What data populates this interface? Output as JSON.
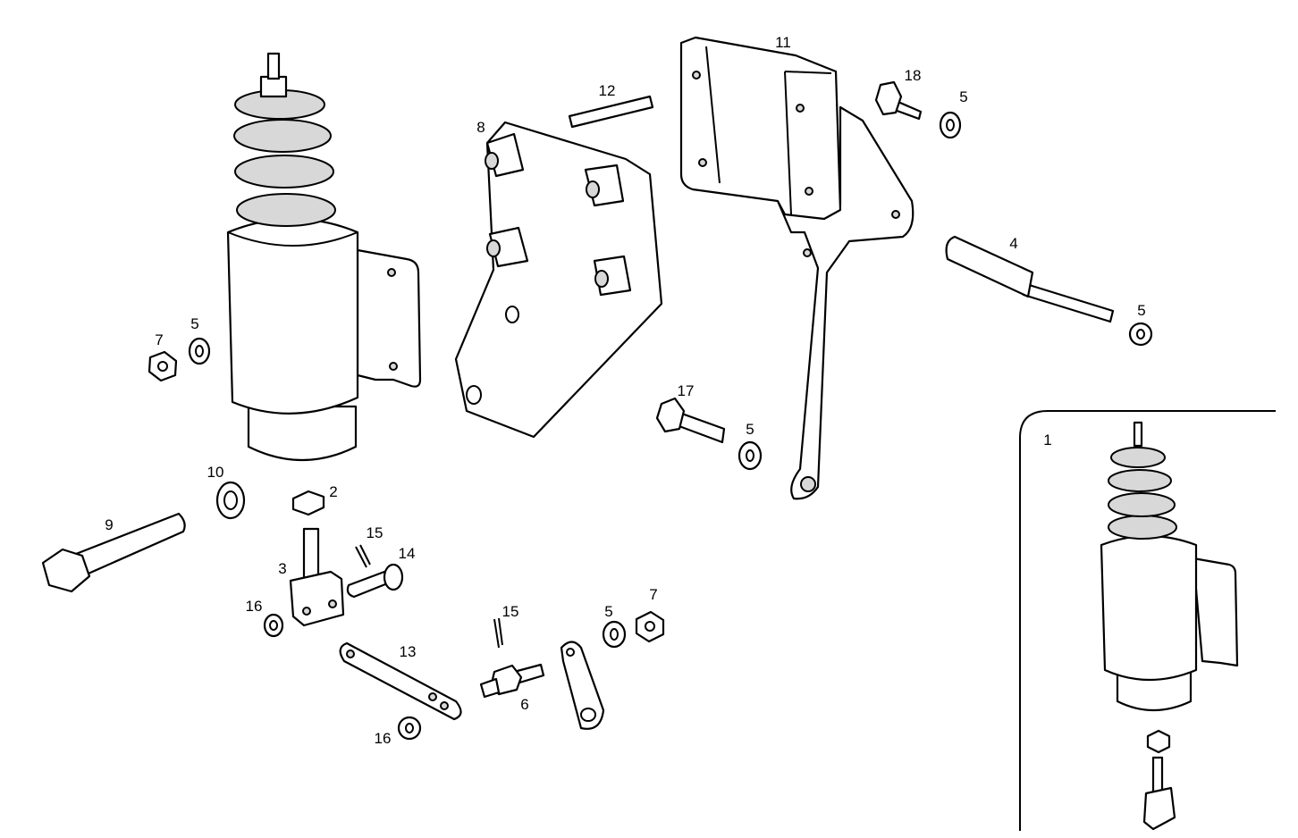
{
  "diagram": {
    "type": "exploded parts view",
    "background": "#ffffff",
    "line_color": "#000000",
    "labels": [
      "11",
      "12",
      "8",
      "18",
      "5",
      "4",
      "5",
      "7",
      "5",
      "17",
      "5",
      "1",
      "10",
      "2",
      "9",
      "15",
      "14",
      "3",
      "16",
      "15",
      "5",
      "7",
      "13",
      "6",
      "16"
    ]
  }
}
